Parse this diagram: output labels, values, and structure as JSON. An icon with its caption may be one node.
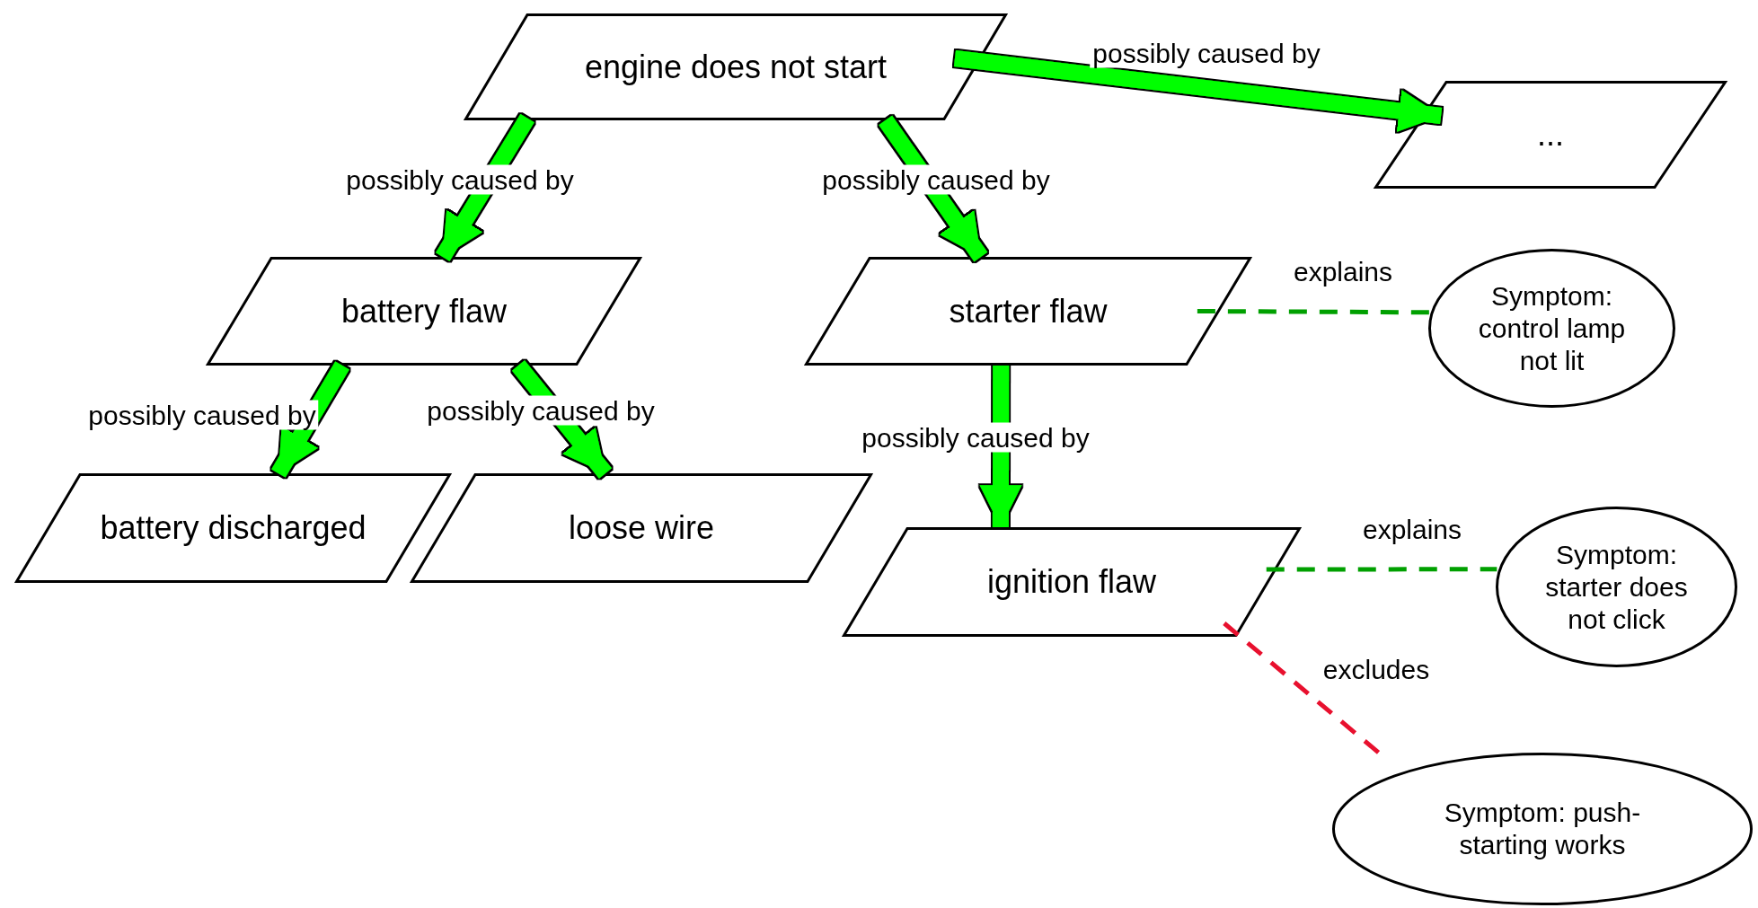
{
  "diagram": {
    "nodes": [
      {
        "text": [
          "engine does not start"
        ]
      },
      {
        "text": [
          "..."
        ]
      },
      {
        "text": [
          "battery flaw"
        ]
      },
      {
        "text": [
          "starter flaw"
        ]
      },
      {
        "text": [
          "Symptom: control lamp not lit"
        ]
      },
      {
        "text": [
          "battery discharged"
        ]
      },
      {
        "text": [
          "loose wire"
        ]
      },
      {
        "text": [
          "ignition flaw"
        ]
      },
      {
        "text": [
          "Symptom: starter does not click"
        ]
      },
      {
        "text": [
          "Symptom: push-starting works"
        ]
      }
    ],
    "edges": [
      {
        "from": 0,
        "to": 2,
        "arrow": "to",
        "label": "possibly caused by"
      },
      {
        "from": 0,
        "to": 1,
        "arrow": "to",
        "label": "possibly caused by"
      },
      {
        "from": 0,
        "to": 3,
        "arrow": "to",
        "label": "possibly caused by"
      },
      {
        "from": 2,
        "to": 5,
        "arrow": "to",
        "label": "possibly caused by"
      },
      {
        "from": 2,
        "to": 6,
        "arrow": "to",
        "label": "possibly caused by"
      },
      {
        "from": 3,
        "to": 7,
        "arrow": "to",
        "label": "possibly caused by"
      },
      {
        "from": 3,
        "to": 4,
        "arrow": "none",
        "label": "explains",
        "style": "dashed",
        "color": "#00a000"
      },
      {
        "from": 7,
        "to": 8,
        "arrow": "none",
        "label": "explains",
        "style": "dashed",
        "color": "#00a000"
      },
      {
        "from": 7,
        "to": 9,
        "arrow": "none",
        "label": "excludes",
        "style": "dashed",
        "color": "#e8102e"
      }
    ]
  }
}
